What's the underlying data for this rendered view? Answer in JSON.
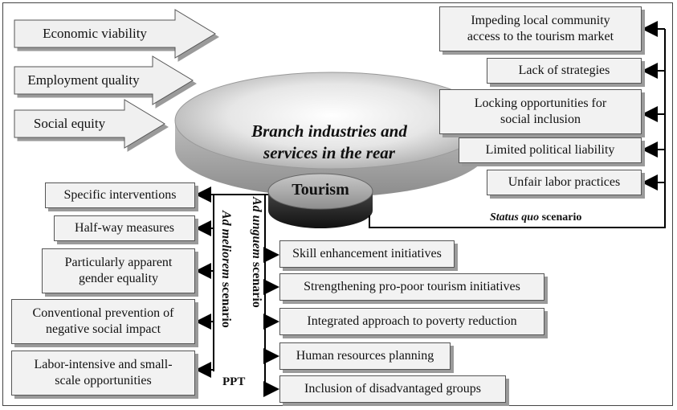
{
  "left_arrows": [
    "Economic viability",
    "Employment quality",
    "Social equity"
  ],
  "center": {
    "title_line1": "Branch industries and",
    "title_line2": "services in the rear",
    "tourism": "Tourism"
  },
  "status_quo": {
    "label_italic": "Status quo",
    "label_rest": " scenario",
    "items": [
      [
        "Impeding local community",
        "access to the tourism market"
      ],
      [
        "Lack of strategies"
      ],
      [
        "Locking opportunities for",
        "social inclusion"
      ],
      [
        "Limited political liability"
      ],
      [
        "Unfair labor practices"
      ]
    ]
  },
  "ad_meliorem": {
    "label_italic": "Ad meliorem",
    "label_rest": " scenario",
    "items": [
      [
        "Specific interventions"
      ],
      [
        "Half-way measures"
      ],
      [
        "Particularly apparent",
        "gender equality"
      ],
      [
        "Conventional prevention of",
        "negative social impact"
      ],
      [
        "Labor-intensive and small-",
        "scale opportunities"
      ]
    ]
  },
  "ad_unguem": {
    "label_italic": "Ad unguem",
    "label_rest": " scenario",
    "items": [
      "Skill enhancement initiatives",
      "Strengthening pro-poor tourism initiatives",
      "Integrated approach to poverty reduction",
      "Human resources planning",
      "Inclusion of disadvantaged groups"
    ]
  },
  "ppt_label": "PPT"
}
